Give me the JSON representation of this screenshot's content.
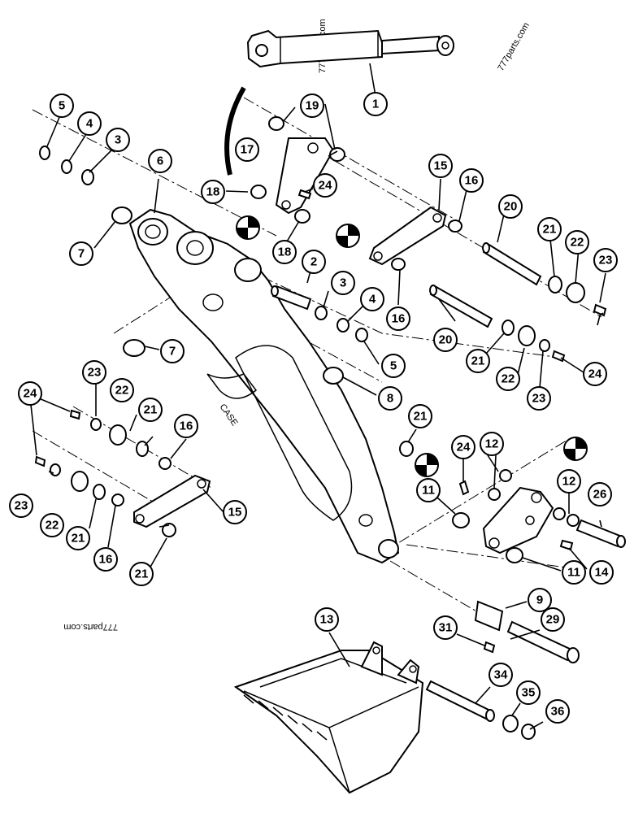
{
  "watermarks": {
    "top_center": "777parts.com",
    "top_right": "777parts.com",
    "bottom_left": "777parts.com"
  },
  "callouts": [
    {
      "id": "c1",
      "label": "1"
    },
    {
      "id": "c2",
      "label": "2"
    },
    {
      "id": "c3a",
      "label": "3"
    },
    {
      "id": "c3b",
      "label": "3"
    },
    {
      "id": "c4a",
      "label": "4"
    },
    {
      "id": "c4b",
      "label": "4"
    },
    {
      "id": "c5a",
      "label": "5"
    },
    {
      "id": "c5b",
      "label": "5"
    },
    {
      "id": "c6",
      "label": "6"
    },
    {
      "id": "c7a",
      "label": "7"
    },
    {
      "id": "c7b",
      "label": "7"
    },
    {
      "id": "c8",
      "label": "8"
    },
    {
      "id": "c9",
      "label": "9"
    },
    {
      "id": "c11a",
      "label": "11"
    },
    {
      "id": "c11b",
      "label": "11"
    },
    {
      "id": "c12a",
      "label": "12"
    },
    {
      "id": "c12b",
      "label": "12"
    },
    {
      "id": "c13",
      "label": "13"
    },
    {
      "id": "c14",
      "label": "14"
    },
    {
      "id": "c15a",
      "label": "15"
    },
    {
      "id": "c15b",
      "label": "15"
    },
    {
      "id": "c16a",
      "label": "16"
    },
    {
      "id": "c16b",
      "label": "16"
    },
    {
      "id": "c16c",
      "label": "16"
    },
    {
      "id": "c16d",
      "label": "16"
    },
    {
      "id": "c17",
      "label": "17"
    },
    {
      "id": "c18a",
      "label": "18"
    },
    {
      "id": "c18b",
      "label": "18"
    },
    {
      "id": "c19",
      "label": "19"
    },
    {
      "id": "c20a",
      "label": "20"
    },
    {
      "id": "c20b",
      "label": "20"
    },
    {
      "id": "c21a",
      "label": "21"
    },
    {
      "id": "c21b",
      "label": "21"
    },
    {
      "id": "c21c",
      "label": "21"
    },
    {
      "id": "c21d",
      "label": "21"
    },
    {
      "id": "c21e",
      "label": "21"
    },
    {
      "id": "c21f",
      "label": "21"
    },
    {
      "id": "c22a",
      "label": "22"
    },
    {
      "id": "c22b",
      "label": "22"
    },
    {
      "id": "c22c",
      "label": "22"
    },
    {
      "id": "c22d",
      "label": "22"
    },
    {
      "id": "c23a",
      "label": "23"
    },
    {
      "id": "c23b",
      "label": "23"
    },
    {
      "id": "c23c",
      "label": "23"
    },
    {
      "id": "c23d",
      "label": "23"
    },
    {
      "id": "c24a",
      "label": "24"
    },
    {
      "id": "c24b",
      "label": "24"
    },
    {
      "id": "c24c",
      "label": "24"
    },
    {
      "id": "c24d",
      "label": "24"
    },
    {
      "id": "c26",
      "label": "26"
    },
    {
      "id": "c29",
      "label": "29"
    },
    {
      "id": "c31",
      "label": "31"
    },
    {
      "id": "c34",
      "label": "34"
    },
    {
      "id": "c35",
      "label": "35"
    },
    {
      "id": "c36",
      "label": "36"
    }
  ]
}
